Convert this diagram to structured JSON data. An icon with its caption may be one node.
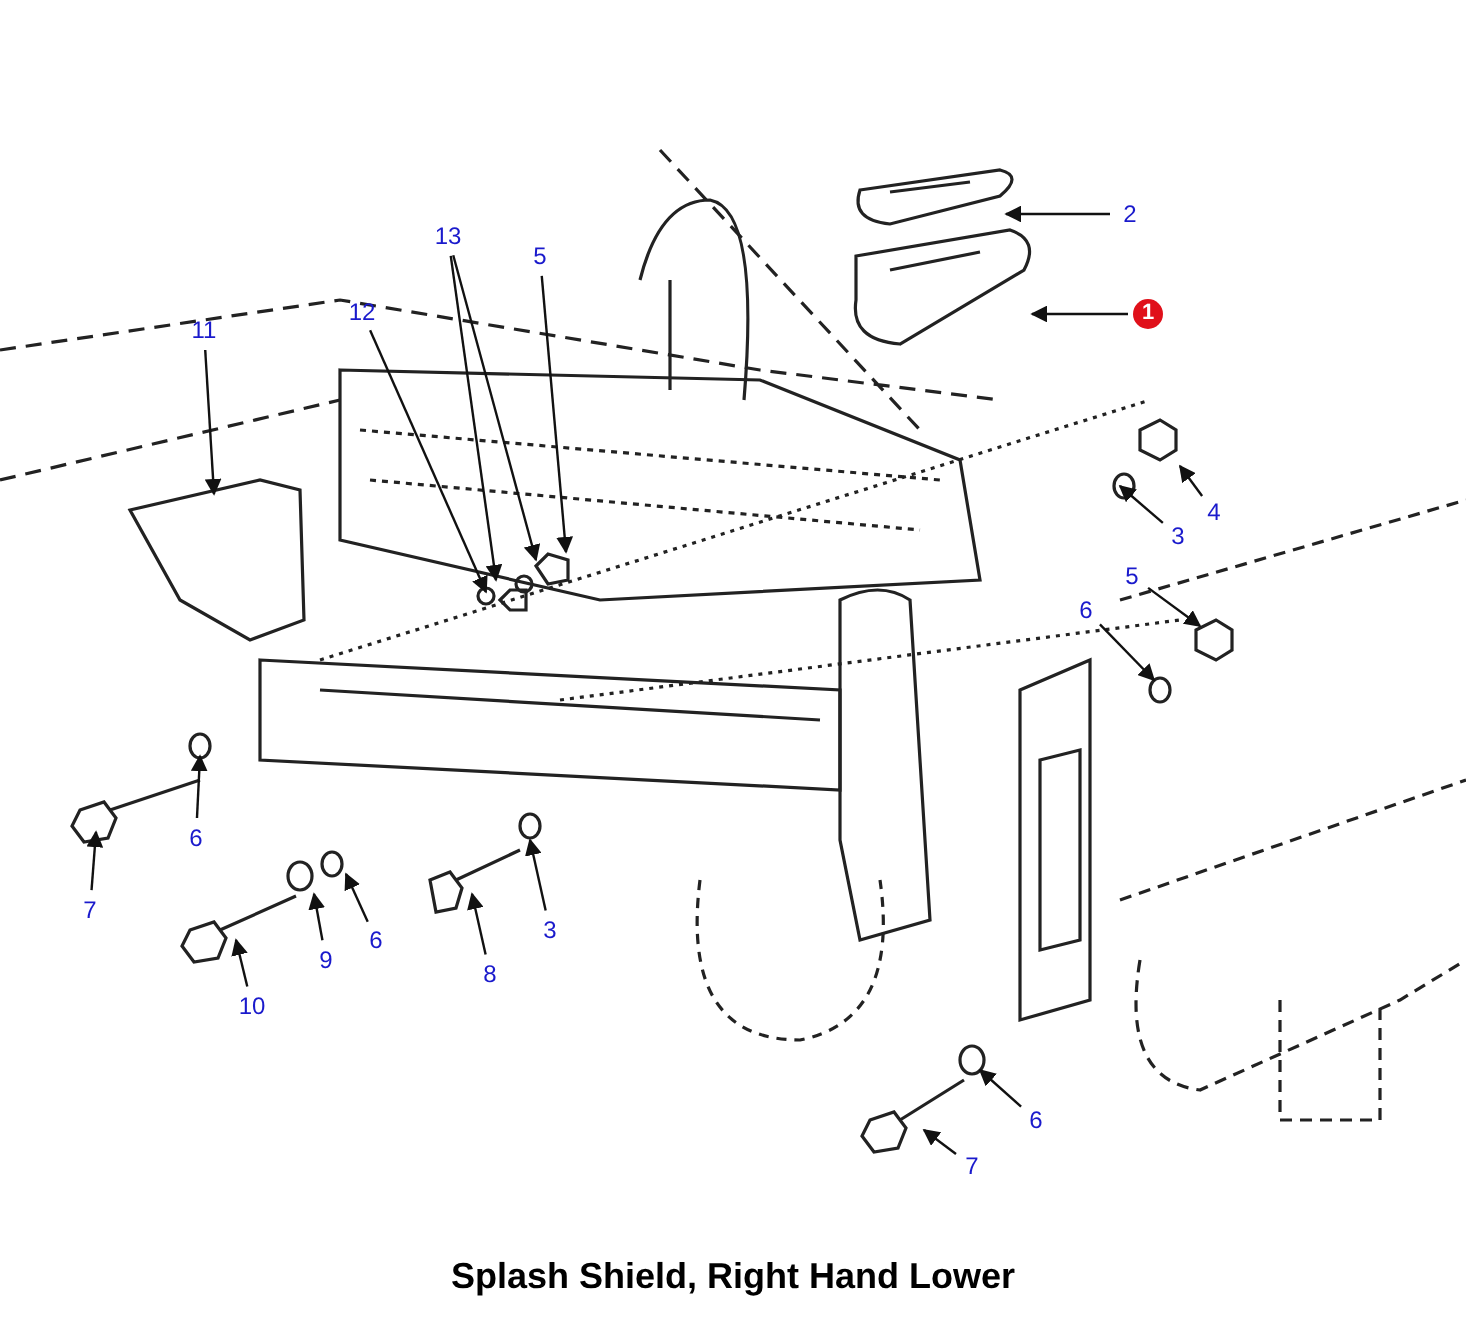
{
  "diagram": {
    "caption": "Splash Shield, Right Hand Lower",
    "nodes": [
      {
        "text": [
          "2"
        ]
      },
      {
        "text": [
          "1"
        ]
      },
      {
        "text": [
          "13"
        ]
      },
      {
        "text": [
          "5"
        ]
      },
      {
        "text": [
          "12"
        ]
      },
      {
        "text": [
          "11"
        ]
      },
      {
        "text": [
          "4"
        ]
      },
      {
        "text": [
          "3"
        ]
      },
      {
        "text": [
          "5"
        ]
      },
      {
        "text": [
          "6"
        ]
      },
      {
        "text": [
          "6"
        ]
      },
      {
        "text": [
          "7"
        ]
      },
      {
        "text": [
          "6"
        ]
      },
      {
        "text": [
          "9"
        ]
      },
      {
        "text": [
          "3"
        ]
      },
      {
        "text": [
          "8"
        ]
      },
      {
        "text": [
          "10"
        ]
      },
      {
        "text": [
          "6"
        ]
      },
      {
        "text": [
          "7"
        ]
      }
    ],
    "edges": [
      {
        "from": 0,
        "to": null,
        "arrow": "to"
      },
      {
        "from": 1,
        "to": null,
        "arrow": "to"
      },
      {
        "from": 2,
        "to": null,
        "arrow": "to"
      },
      {
        "from": 2,
        "to": null,
        "arrow": "to"
      },
      {
        "from": 3,
        "to": null,
        "arrow": "to"
      },
      {
        "from": 4,
        "to": null,
        "arrow": "to"
      },
      {
        "from": 5,
        "to": null,
        "arrow": "to"
      },
      {
        "from": 6,
        "to": null,
        "arrow": "to"
      },
      {
        "from": 7,
        "to": null,
        "arrow": "to"
      },
      {
        "from": 8,
        "to": null,
        "arrow": "to"
      },
      {
        "from": 9,
        "to": null,
        "arrow": "to"
      },
      {
        "from": 10,
        "to": null,
        "arrow": "to"
      },
      {
        "from": 11,
        "to": null,
        "arrow": "to"
      },
      {
        "from": 12,
        "to": null,
        "arrow": "to"
      },
      {
        "from": 13,
        "to": null,
        "arrow": "to"
      },
      {
        "from": 14,
        "to": null,
        "arrow": "to"
      },
      {
        "from": 15,
        "to": null,
        "arrow": "to"
      },
      {
        "from": 16,
        "to": null,
        "arrow": "to"
      },
      {
        "from": 17,
        "to": null,
        "arrow": "to"
      },
      {
        "from": 18,
        "to": null,
        "arrow": "to"
      }
    ]
  }
}
